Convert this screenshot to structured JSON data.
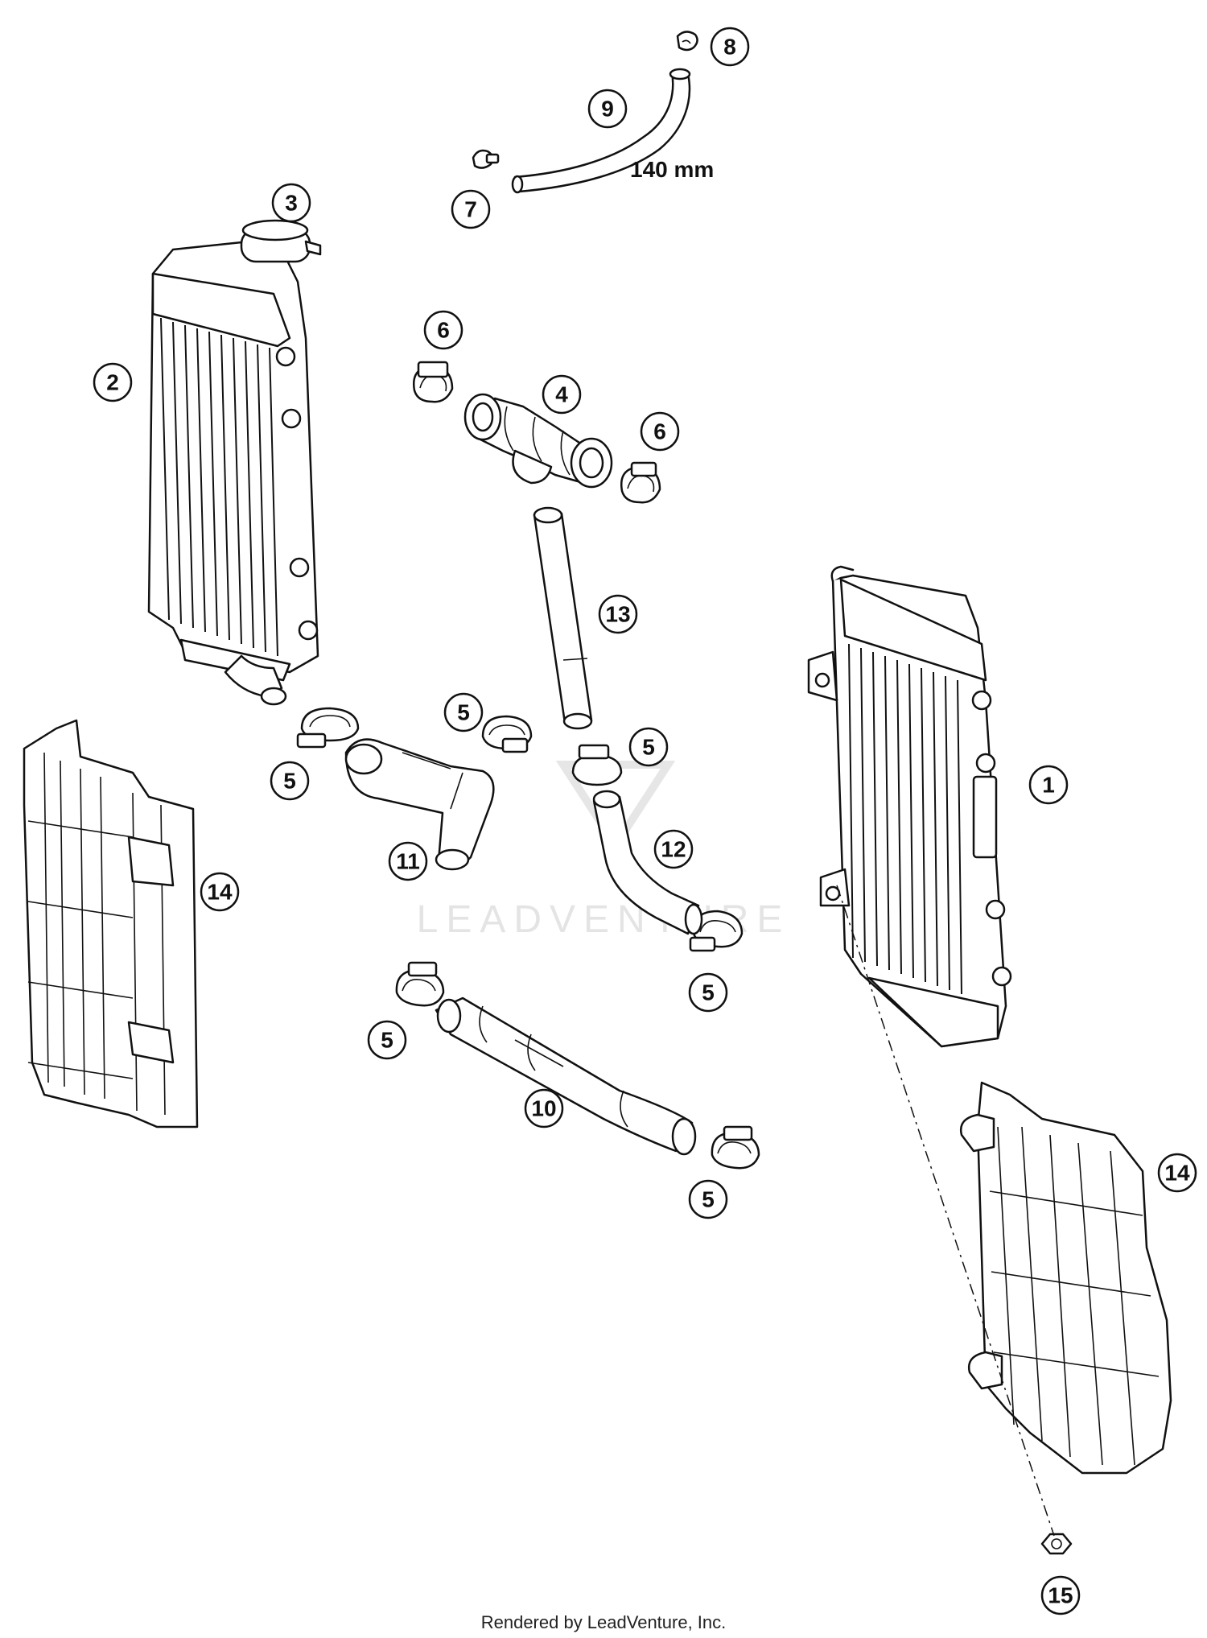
{
  "watermark": "LEADVENTURE",
  "footer": "Rendered by LeadVenture, Inc.",
  "dimension_label": "140 mm",
  "callouts": [
    {
      "id": "c1",
      "label": "1"
    },
    {
      "id": "c2",
      "label": "2"
    },
    {
      "id": "c3",
      "label": "3"
    },
    {
      "id": "c4",
      "label": "4"
    },
    {
      "id": "c5a",
      "label": "5"
    },
    {
      "id": "c5b",
      "label": "5"
    },
    {
      "id": "c5c",
      "label": "5"
    },
    {
      "id": "c5d",
      "label": "5"
    },
    {
      "id": "c5e",
      "label": "5"
    },
    {
      "id": "c5f",
      "label": "5"
    },
    {
      "id": "c6a",
      "label": "6"
    },
    {
      "id": "c6b",
      "label": "6"
    },
    {
      "id": "c7",
      "label": "7"
    },
    {
      "id": "c8",
      "label": "8"
    },
    {
      "id": "c9",
      "label": "9"
    },
    {
      "id": "c10",
      "label": "10"
    },
    {
      "id": "c11",
      "label": "11"
    },
    {
      "id": "c12",
      "label": "12"
    },
    {
      "id": "c13",
      "label": "13"
    },
    {
      "id": "c14a",
      "label": "14"
    },
    {
      "id": "c14b",
      "label": "14"
    },
    {
      "id": "c15",
      "label": "15"
    }
  ]
}
